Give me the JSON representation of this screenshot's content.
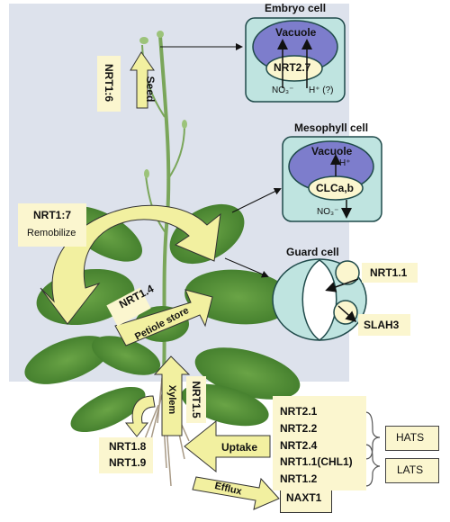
{
  "cells": {
    "embryo": {
      "title": "Embryo cell",
      "vacuole": "Vacuole",
      "transporter": "NRT2.7",
      "ion1": "NO₃⁻",
      "ion2": "H⁺ (?)"
    },
    "mesophyll": {
      "title": "Mesophyll cell",
      "vacuole": "Vacuole",
      "proton": "H⁺",
      "transporter": "CLCa,b",
      "ion": "NO₃⁻"
    },
    "guard": {
      "title": "Guard cell",
      "transporter1": "NRT1.1",
      "transporter2": "SLAH3"
    }
  },
  "plant_labels": {
    "seed": "Seed",
    "nrt16": "NRT1:6",
    "nrt17": "NRT1:7",
    "remobilize": "Remobilize",
    "nrt14": "NRT1.4",
    "petiole": "Petiole store",
    "xylem": "Xylem",
    "nrt15": "NRT1.5",
    "nrt18": "NRT1.8",
    "nrt19": "NRT1.9",
    "uptake": "Uptake",
    "efflux": "Efflux",
    "naxt1": "NAXT1"
  },
  "root_transporters": [
    "NRT2.1",
    "NRT2.2",
    "NRT2.4",
    "NRT1.1(CHL1)",
    "NRT1.2"
  ],
  "systems": {
    "hats": "HATS",
    "lats": "LATS"
  },
  "colors": {
    "cell_fill": "#bfe4e0",
    "cell_stroke": "#1f4a4a",
    "vacuole": "#7d7dcc",
    "cream": "#fbf6cf",
    "arrow_yellow": "#f2f0a0",
    "panel": "#dde2ec",
    "leaf": "#4f8a35"
  }
}
